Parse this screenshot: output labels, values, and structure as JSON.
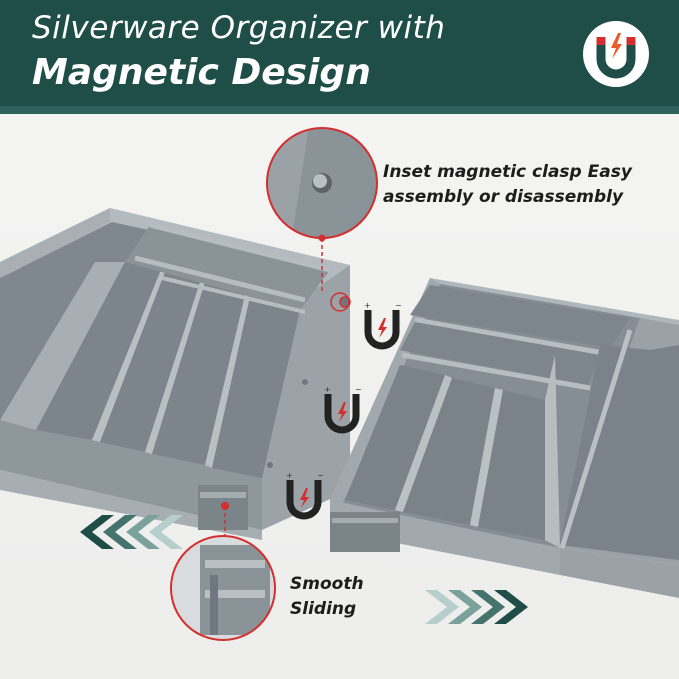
{
  "header": {
    "title_line1": "Silverware Organizer with",
    "title_line2": "Magnetic Design",
    "background_color": "#1f4e49",
    "logo_icon": "magnet-lightning-icon"
  },
  "callouts": {
    "clasp_line1": "Inset magnetic clasp Easy",
    "clasp_line2": "assembly or disassembly",
    "sliding_line1": "Smooth",
    "sliding_line2": "Sliding"
  },
  "icons": {
    "magnet": "magnet-icon",
    "arrows_left": "chevrons-left-icon",
    "arrows_right": "chevrons-right-icon"
  },
  "colors": {
    "tray": "#8d969c",
    "accent_red": "#d32f2f",
    "arrow_dark": "#1f4e49"
  }
}
